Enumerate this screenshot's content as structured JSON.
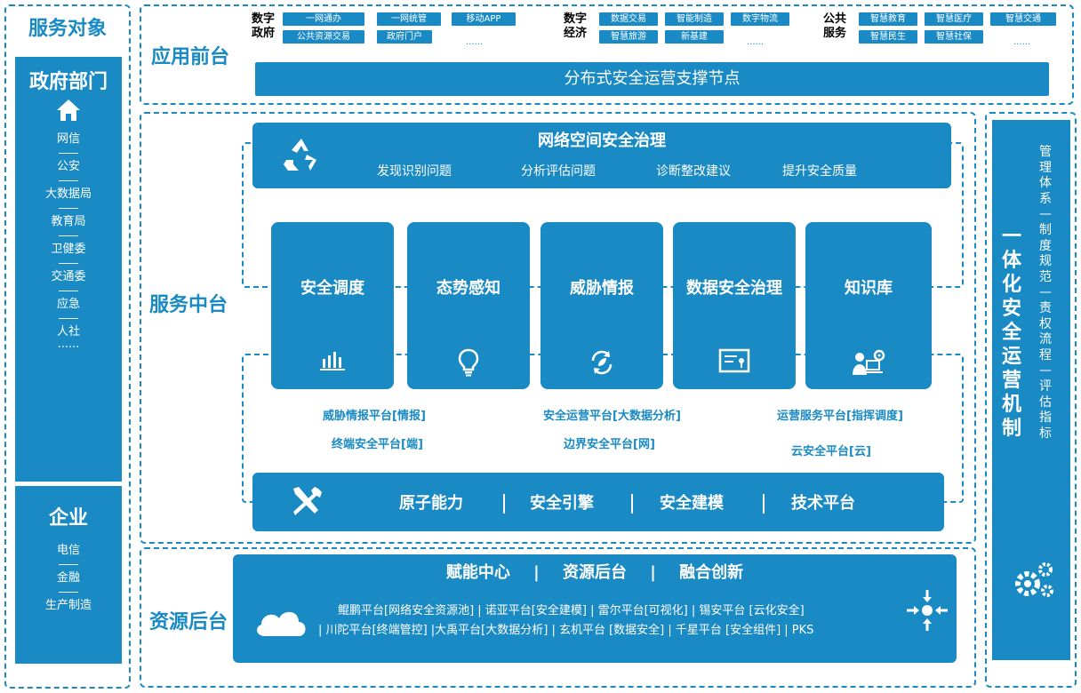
{
  "left": {
    "title": "服务对象",
    "gov_title": "政府部门",
    "gov_items": [
      "网信",
      "公安",
      "大数据局",
      "教育局",
      "卫健委",
      "交通委",
      "应急",
      "人社"
    ],
    "gov_ellipsis": "......",
    "ent_title": "企业",
    "ent_items": [
      "电信",
      "金融",
      "生产制造"
    ]
  },
  "front": {
    "label": "应用前台",
    "groups": [
      {
        "cat": [
          "数字",
          "政府"
        ],
        "row1": [
          "一网通办",
          "一网统管",
          "移动APP"
        ],
        "row2": [
          "公共资源交易",
          "政府门户"
        ],
        "more": "......"
      },
      {
        "cat": [
          "数字",
          "经济"
        ],
        "row1": [
          "数据交易",
          "智能制造",
          "数字物流"
        ],
        "row2": [
          "智慧旅游",
          "新基建"
        ],
        "more": "......"
      },
      {
        "cat": [
          "公共",
          "服务"
        ],
        "row1": [
          "智慧教育",
          "智慧医疗",
          "智慧交通"
        ],
        "row2": [
          "智慧民生",
          "智慧社保"
        ],
        "more": "......"
      }
    ],
    "node_bar": "分布式安全运营支撑节点"
  },
  "middle": {
    "label": "服务中台",
    "governance": {
      "title": "网络空间安全治理",
      "items": [
        "发现识别问题",
        "分析评估问题",
        "诊断整改建议",
        "提升安全质量"
      ]
    },
    "cards": [
      "安全调度",
      "态势感知",
      "威胁情报",
      "数据安全治理",
      "知识库"
    ],
    "platforms": {
      "col1": [
        "威胁情报平台[情报]",
        "终端安全平台[端]"
      ],
      "col2": [
        "安全运营平台[大数据分析]",
        "边界安全平台[网]"
      ],
      "col3": [
        "运营服务平台[指挥调度]",
        "云安全平台[云]"
      ]
    },
    "bar_items": [
      "原子能力",
      "安全引擎",
      "安全建模",
      "技术平台"
    ]
  },
  "backend": {
    "label": "资源后台",
    "top_items": [
      "赋能中心",
      "资源后台",
      "融合创新"
    ],
    "line1": "鲲鹏平台[网络安全资源池] | 诺亚平台[安全建模] | 雷尔平台[可视化] | 锡安平台 [云化安全]",
    "line2": "| 川陀平台[终端管控] |大禹平台[大数据分析] | 玄机平台 [数据安全] | 千星平台 [安全组件] | PKS"
  },
  "right": {
    "title": "一体化安全运营机制",
    "sub": "管理体系—制度规范—责权流程—评估指标"
  },
  "colors": {
    "primary": "#1a8ac4",
    "text_dark": "#000000",
    "white": "#ffffff"
  }
}
